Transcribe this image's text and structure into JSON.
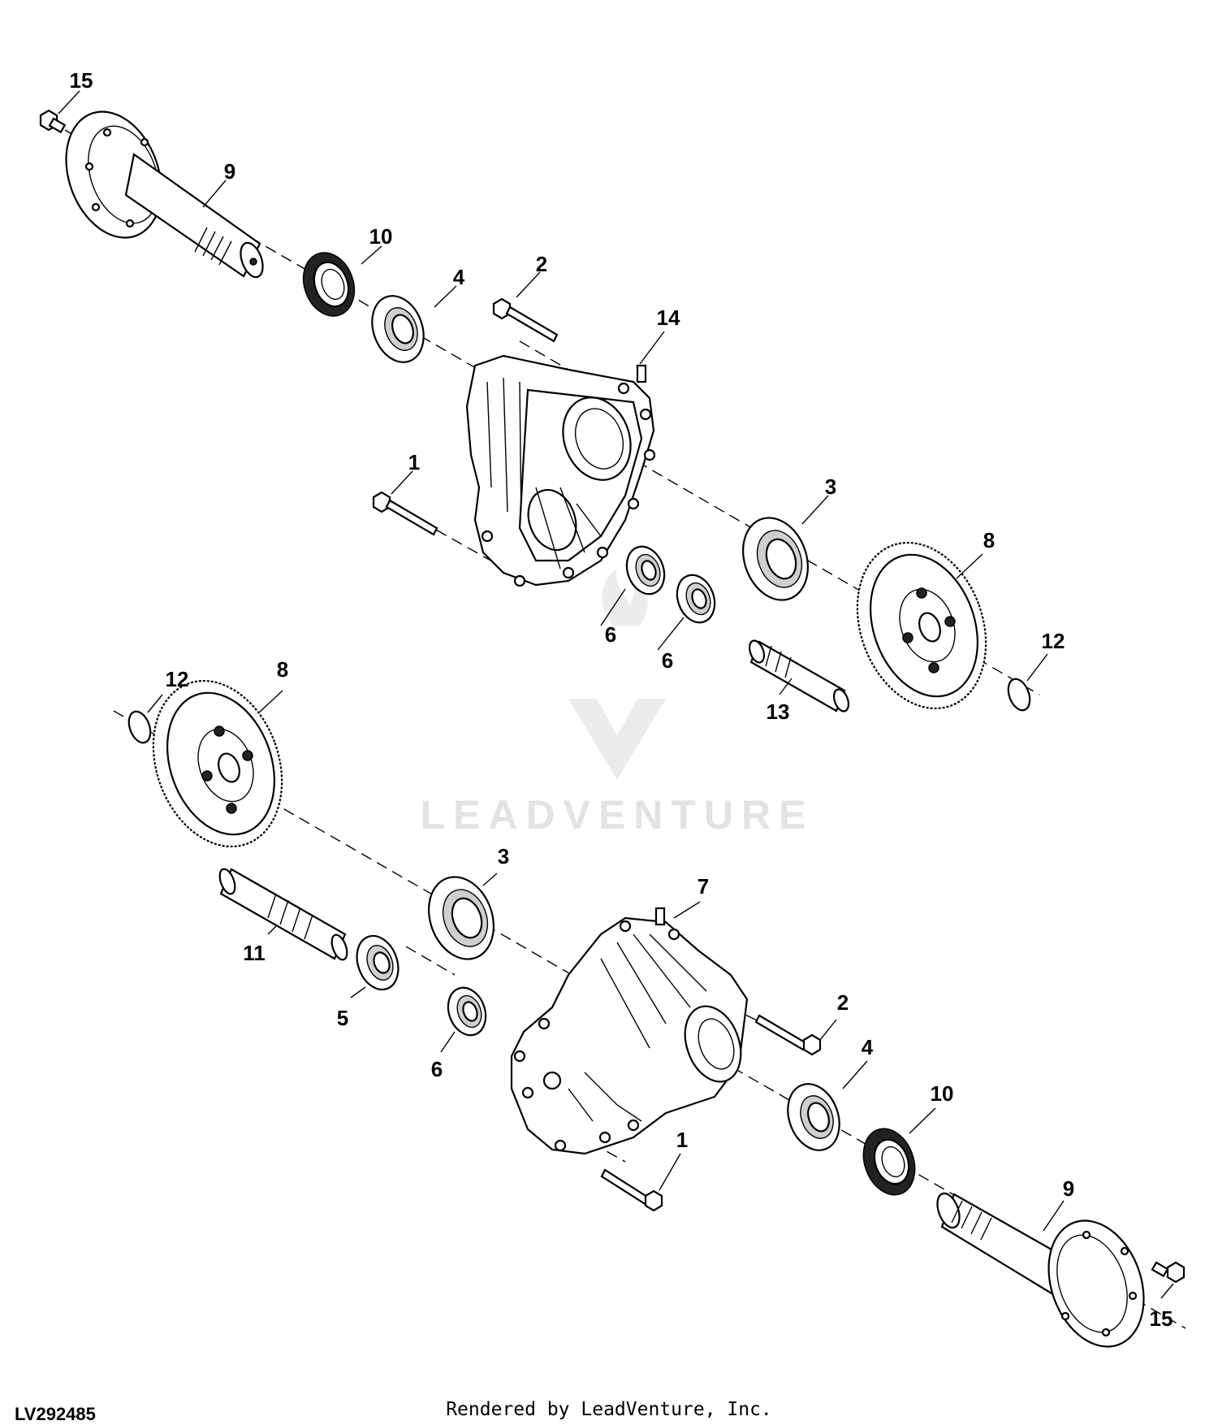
{
  "figure_id": "LV292485",
  "footer": "Rendered by LeadVenture, Inc.",
  "watermark": "LEADVENTURE",
  "callouts": [
    "15",
    "9",
    "10",
    "4",
    "2",
    "14",
    "1",
    "3",
    "8",
    "6",
    "6",
    "12",
    "13",
    "12",
    "8",
    "3",
    "7",
    "11",
    "5",
    "2",
    "6",
    "4",
    "10",
    "1",
    "9",
    "15"
  ]
}
